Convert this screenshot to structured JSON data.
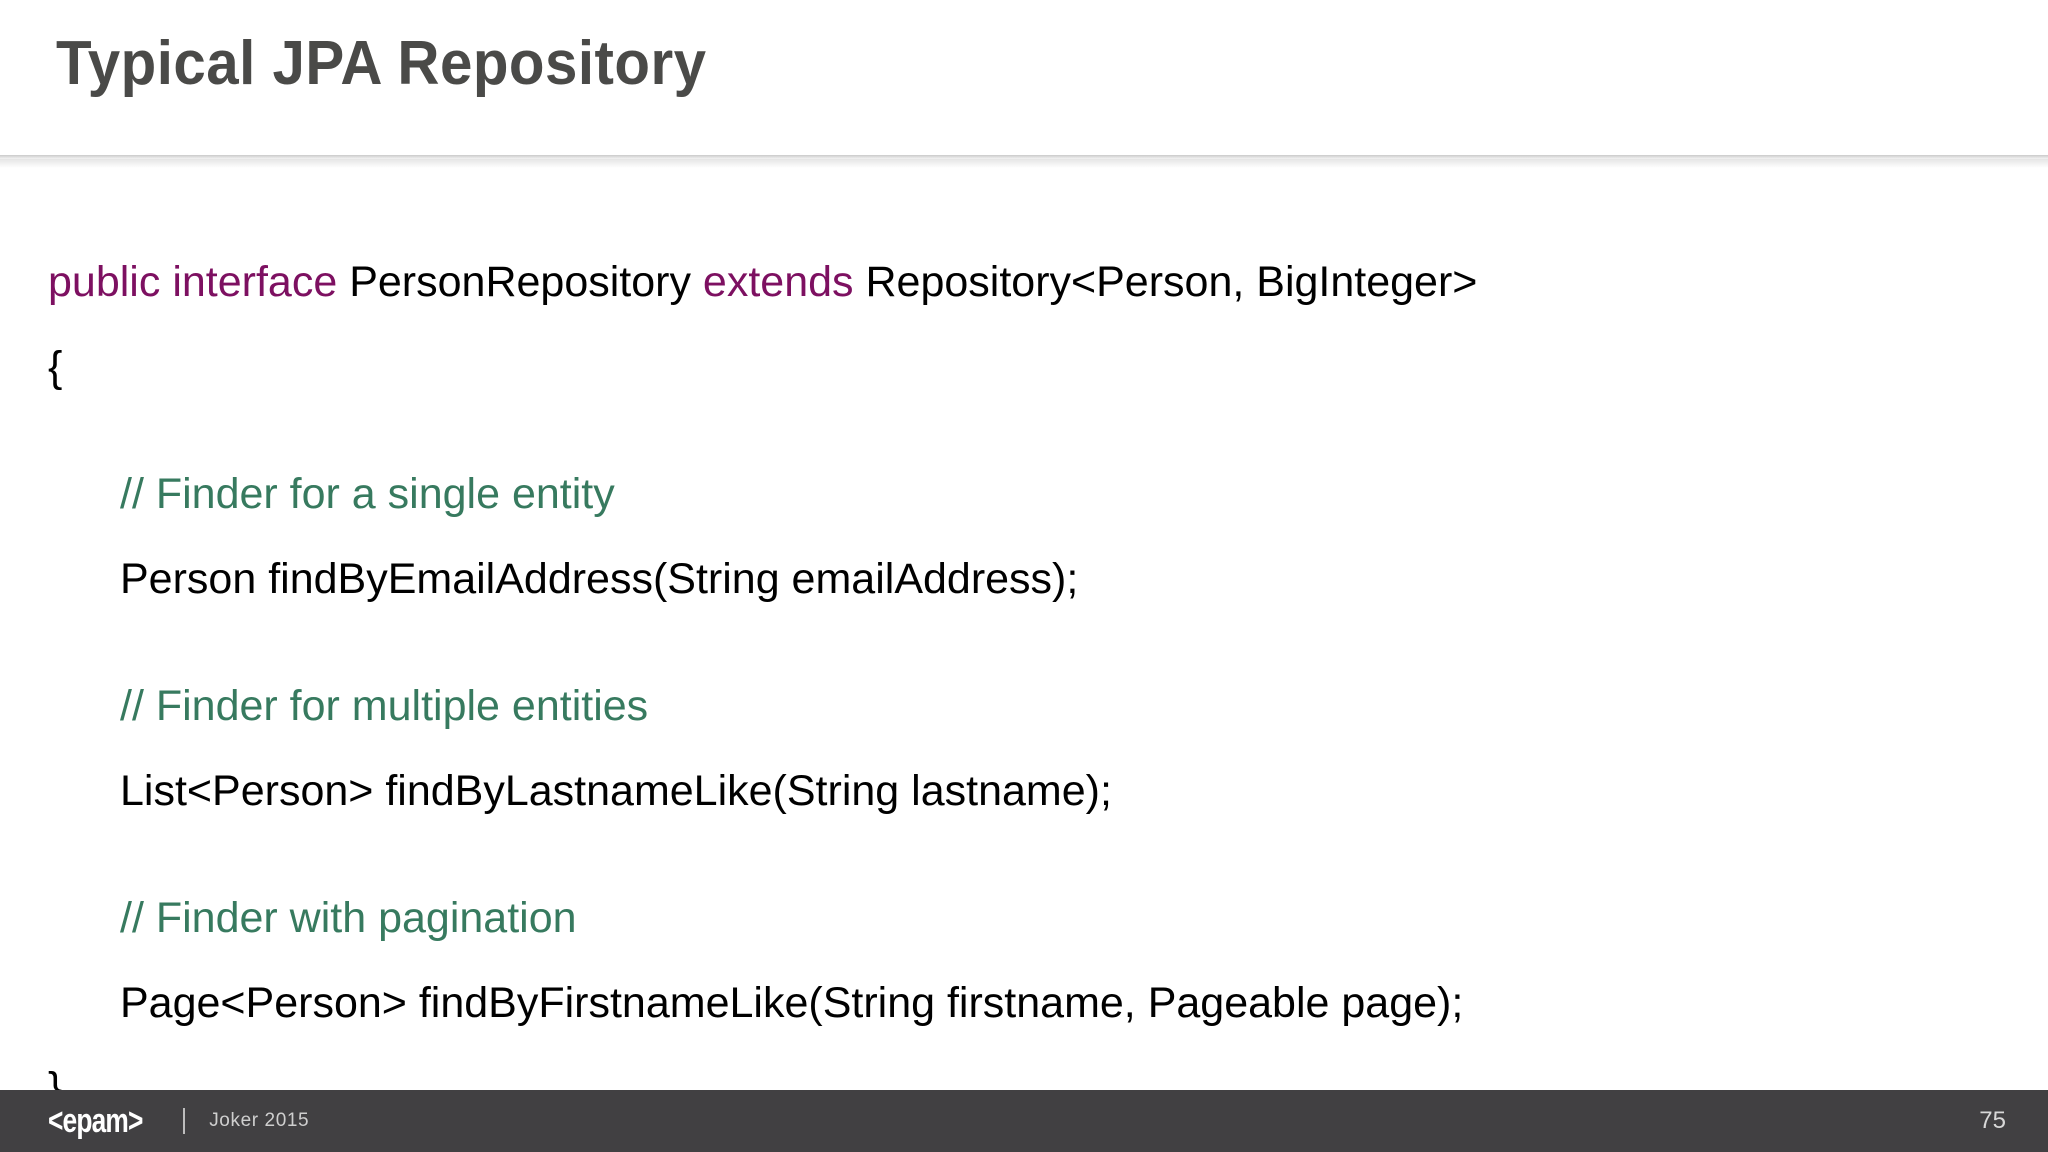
{
  "slide": {
    "title": "Typical JPA Repository",
    "title_color": "#4a4a48",
    "background": "#ffffff"
  },
  "code": {
    "keyword_color": "#7d1061",
    "comment_color": "#377a5f",
    "text_color": "#000000",
    "lines": [
      {
        "id": "line-declaration",
        "indent": 0,
        "spans": [
          {
            "kind": "keyword",
            "text": "public"
          },
          {
            "kind": "plain",
            "text": " "
          },
          {
            "kind": "keyword",
            "text": "interface"
          },
          {
            "kind": "plain",
            "text": " PersonRepository "
          },
          {
            "kind": "keyword",
            "text": "extends"
          },
          {
            "kind": "plain",
            "text": " Repository<Person, BigInteger>"
          }
        ]
      },
      {
        "id": "line-open-brace",
        "indent": 0,
        "spans": [
          {
            "kind": "plain",
            "text": "{"
          }
        ]
      },
      {
        "id": "line-blank-1",
        "indent": 0,
        "blank": true,
        "spans": []
      },
      {
        "id": "line-comment-single",
        "indent": 1,
        "spans": [
          {
            "kind": "comment",
            "text": "// Finder for a single entity"
          }
        ]
      },
      {
        "id": "line-find-by-email",
        "indent": 1,
        "spans": [
          {
            "kind": "plain",
            "text": "Person findByEmailAddress(String emailAddress);"
          }
        ]
      },
      {
        "id": "line-blank-2",
        "indent": 0,
        "blank": true,
        "spans": []
      },
      {
        "id": "line-comment-multiple",
        "indent": 1,
        "spans": [
          {
            "kind": "comment",
            "text": "// Finder for multiple entities"
          }
        ]
      },
      {
        "id": "line-find-by-lastname",
        "indent": 1,
        "spans": [
          {
            "kind": "plain",
            "text": "List<Person> findByLastnameLike(String lastname);"
          }
        ]
      },
      {
        "id": "line-blank-3",
        "indent": 0,
        "blank": true,
        "spans": []
      },
      {
        "id": "line-comment-pagination",
        "indent": 1,
        "spans": [
          {
            "kind": "comment",
            "text": "// Finder with pagination"
          }
        ]
      },
      {
        "id": "line-find-by-firstname",
        "indent": 1,
        "spans": [
          {
            "kind": "plain",
            "text": "Page<Person> findByFirstnameLike(String firstname, Pageable page);"
          }
        ]
      },
      {
        "id": "line-close-brace",
        "indent": 0,
        "spans": [
          {
            "kind": "plain",
            "text": "}"
          }
        ]
      }
    ]
  },
  "footer": {
    "background": "#414042",
    "logo_text": "<epam>",
    "divider": "|",
    "event": "Joker  2015",
    "page_number": "75"
  }
}
